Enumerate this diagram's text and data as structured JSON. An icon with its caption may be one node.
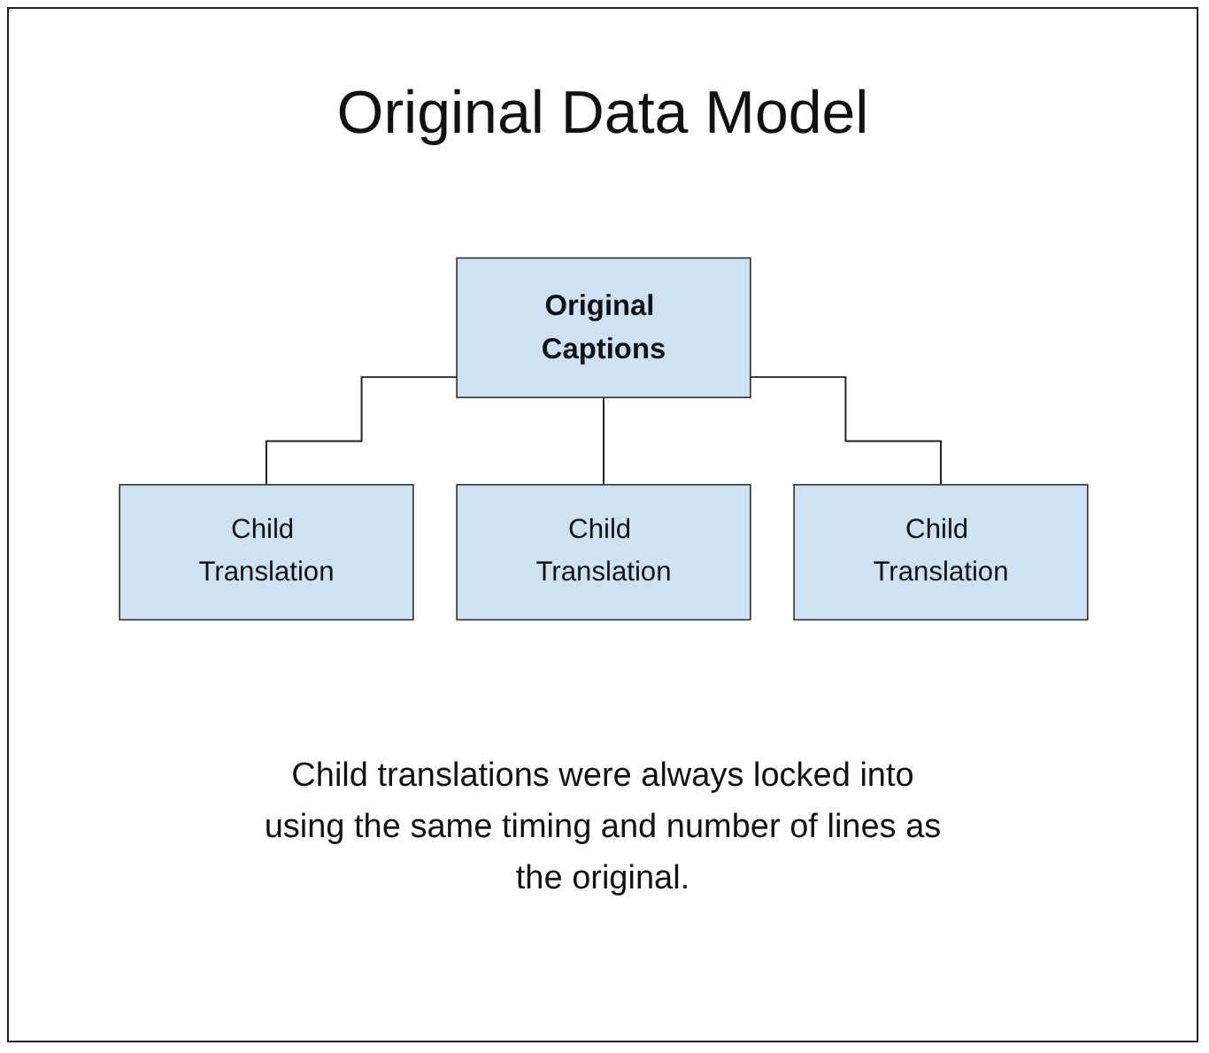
{
  "diagram": {
    "title": "Original Data Model",
    "caption": "Child translations were always locked into using the same timing and number of lines as the original.",
    "nodes": [
      {
        "text": [
          "Original Captions"
        ]
      },
      {
        "text": [
          "Child Translation"
        ]
      },
      {
        "text": [
          "Child Translation"
        ]
      },
      {
        "text": [
          "Child Translation"
        ]
      }
    ],
    "edges": [
      {
        "from": 0,
        "to": 1,
        "arrow": "none"
      },
      {
        "from": 0,
        "to": 2,
        "arrow": "none"
      },
      {
        "from": 0,
        "to": 3,
        "arrow": "none"
      }
    ]
  }
}
